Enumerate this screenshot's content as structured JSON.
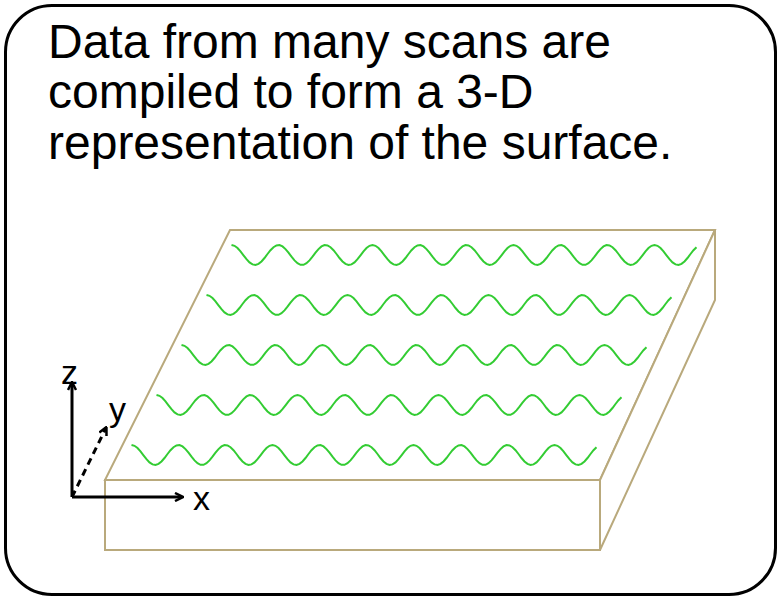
{
  "diagram": {
    "nodes": [
      {
        "text": [
          "Data from many scans are compiled to form a 3-D representation of the surface."
        ]
      }
    ],
    "labels": [
      "z",
      "y",
      "x"
    ]
  }
}
